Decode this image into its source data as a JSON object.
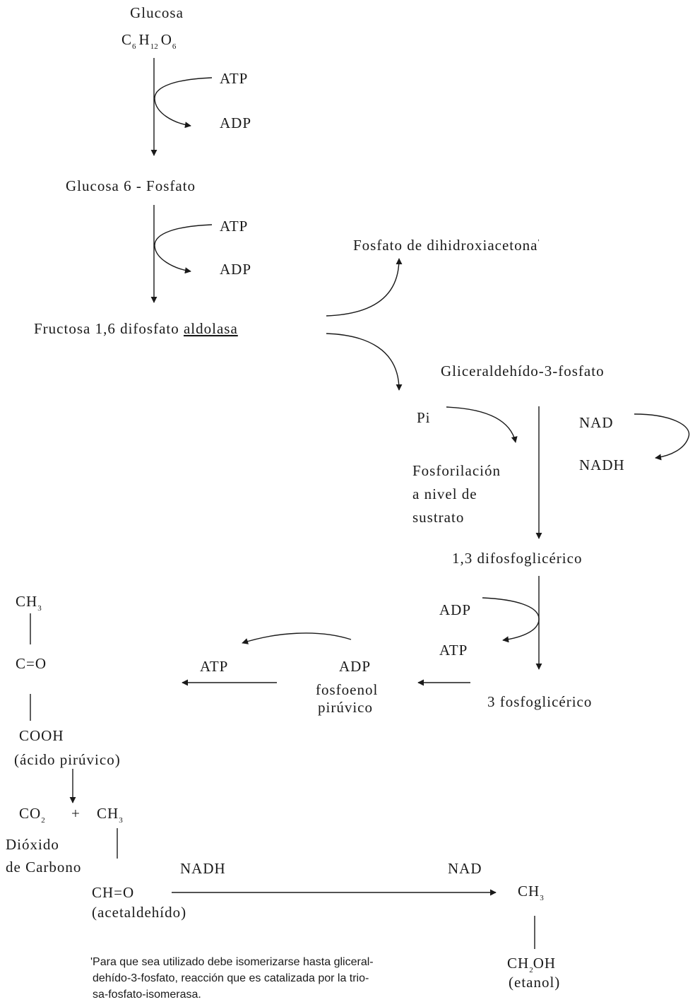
{
  "glucose": {
    "name": "Glucosa",
    "c": "C",
    "c_sub": "6",
    "h": "H",
    "h_sub": "12",
    "o": "O",
    "o_sub": "6"
  },
  "step1": {
    "in": "ATP",
    "out": "ADP"
  },
  "g6p": "Glucosa 6 - Fosfato",
  "step2": {
    "in": "ATP",
    "out": "ADP"
  },
  "dhap": "Fosfato de dihidroxiacetona",
  "dhap_mark": "'",
  "fructose": {
    "prefix": "Fructosa 1,6 difosfato ",
    "enzyme": "aldolasa"
  },
  "g3p": "Gliceraldehído-3-fosfato",
  "pi": "Pi",
  "nad_top": "NAD",
  "nadh_top": "NADH",
  "phosph": {
    "line1": "Fosforilación",
    "line2": "a nivel de",
    "line3": "sustrato"
  },
  "bpg": "1,3 difosfoglicérico",
  "step_bpg": {
    "in": "ADP",
    "out": "ATP"
  },
  "pga": "3 fosfoglicérico",
  "pep": {
    "adp": "ADP",
    "line1": "fosfoenol",
    "line2": "pirúvico"
  },
  "atp_left": "ATP",
  "pyruvate": {
    "ch3": "CH",
    "ch3_sub": "3",
    "co": "C=O",
    "cooh": "COOH",
    "name": "(ácido pirúvico)"
  },
  "decarb": {
    "co2": "CO",
    "co2_sub": "2",
    "plus": "+",
    "ch3": "CH",
    "ch3_sub": "3"
  },
  "co2_name": {
    "line1": "Dióxido",
    "line2": "de Carbono"
  },
  "acetaldehyde": {
    "formula": "CH=O",
    "name": "(acetaldehído)"
  },
  "reduction": {
    "in": "NADH",
    "out": "NAD"
  },
  "ethanol": {
    "ch3": "CH",
    "ch3_sub": "3",
    "ch2": "CH",
    "ch2_sub": "2",
    "oh": "OH",
    "name": "(etanol)"
  },
  "footnote": {
    "line1": "'Para que sea utilizado debe isomerizarse hasta gliceral-",
    "line2": "dehído-3-fosfato, reacción que es catalizada por la trio-",
    "line3": "sa-fosfato-isomerasa."
  }
}
